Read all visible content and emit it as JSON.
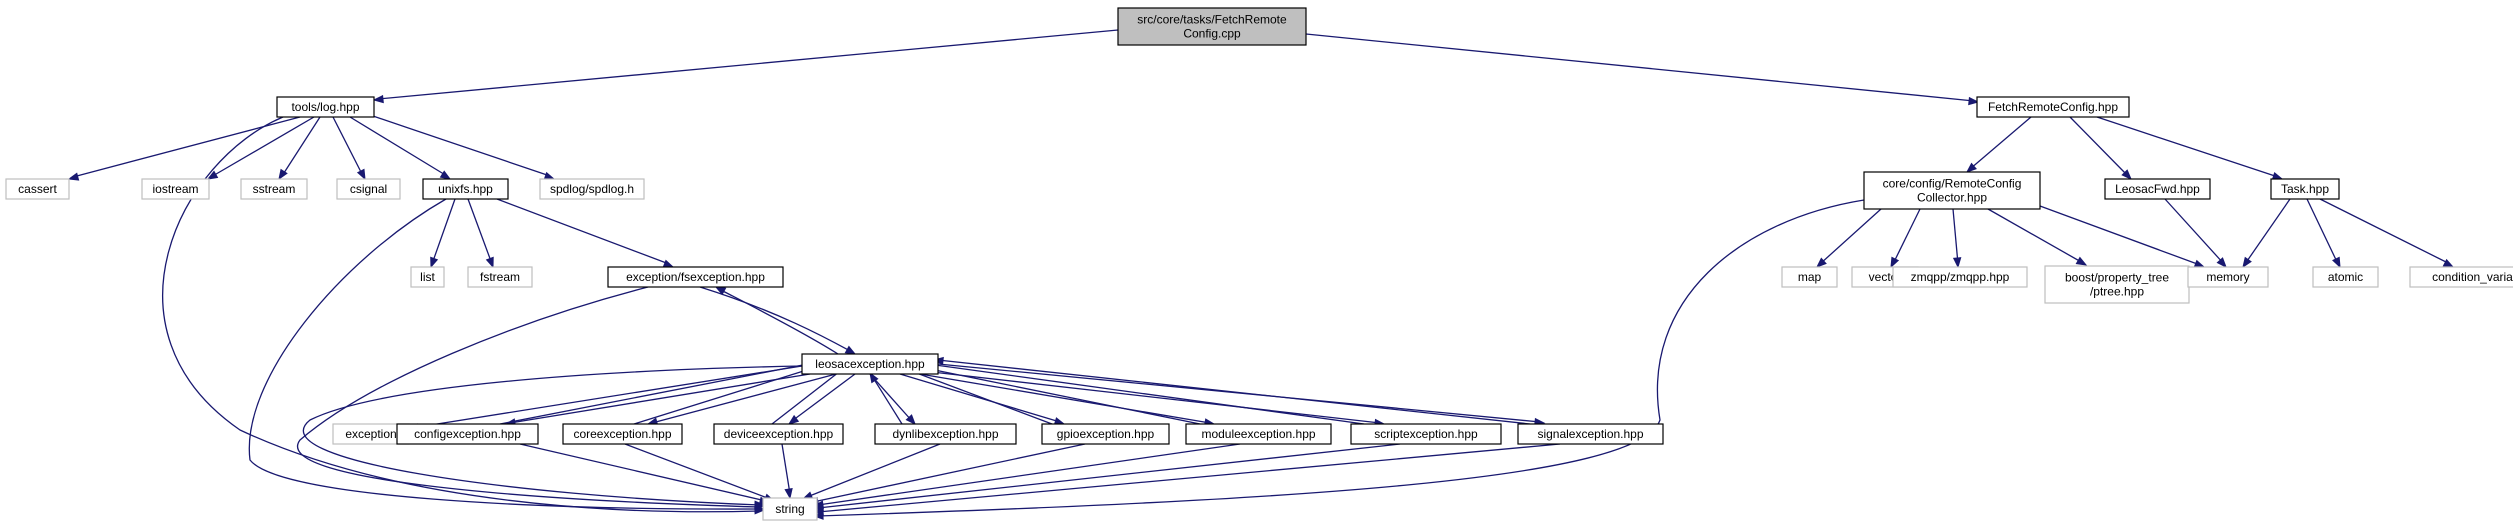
{
  "diagram": {
    "colors": {
      "edge": "#191970",
      "node_border": "#000000",
      "external_border": "#bfbfbf",
      "root_fill": "#bfbfbf",
      "node_fill": "#ffffff"
    },
    "nodes": {
      "root": [
        "src/core/tasks/FetchRemote",
        "Config.cpp"
      ],
      "tools_log": [
        "tools/log.hpp"
      ],
      "frc_hpp": [
        "FetchRemoteConfig.hpp"
      ],
      "cassert": [
        "cassert"
      ],
      "iostream": [
        "iostream"
      ],
      "sstream": [
        "sstream"
      ],
      "csignal": [
        "csignal"
      ],
      "unixfs": [
        "unixfs.hpp"
      ],
      "spdlog": [
        "spdlog/spdlog.h"
      ],
      "list": [
        "list"
      ],
      "fstream": [
        "fstream"
      ],
      "fsexception": [
        "exception/fsexception.hpp"
      ],
      "leosacexception": [
        "leosacexception.hpp"
      ],
      "exception": [
        "exception"
      ],
      "configexception": [
        "configexception.hpp"
      ],
      "coreexception": [
        "coreexception.hpp"
      ],
      "deviceexception": [
        "deviceexception.hpp"
      ],
      "dynlibexception": [
        "dynlibexception.hpp"
      ],
      "gpioexception": [
        "gpioexception.hpp"
      ],
      "moduleexception": [
        "moduleexception.hpp"
      ],
      "scriptexception": [
        "scriptexception.hpp"
      ],
      "signalexception": [
        "signalexception.hpp"
      ],
      "string": [
        "string"
      ],
      "rcc": [
        "core/config/RemoteConfig",
        "Collector.hpp"
      ],
      "leosacfwd": [
        "LeosacFwd.hpp"
      ],
      "task": [
        "Task.hpp"
      ],
      "map": [
        "map"
      ],
      "vector": [
        "vector"
      ],
      "zmqpp": [
        "zmqpp/zmqpp.hpp"
      ],
      "ptree": [
        "boost/property_tree",
        "/ptree.hpp"
      ],
      "memory": [
        "memory"
      ],
      "atomic": [
        "atomic"
      ],
      "condvar": [
        "condition_variable"
      ]
    }
  }
}
